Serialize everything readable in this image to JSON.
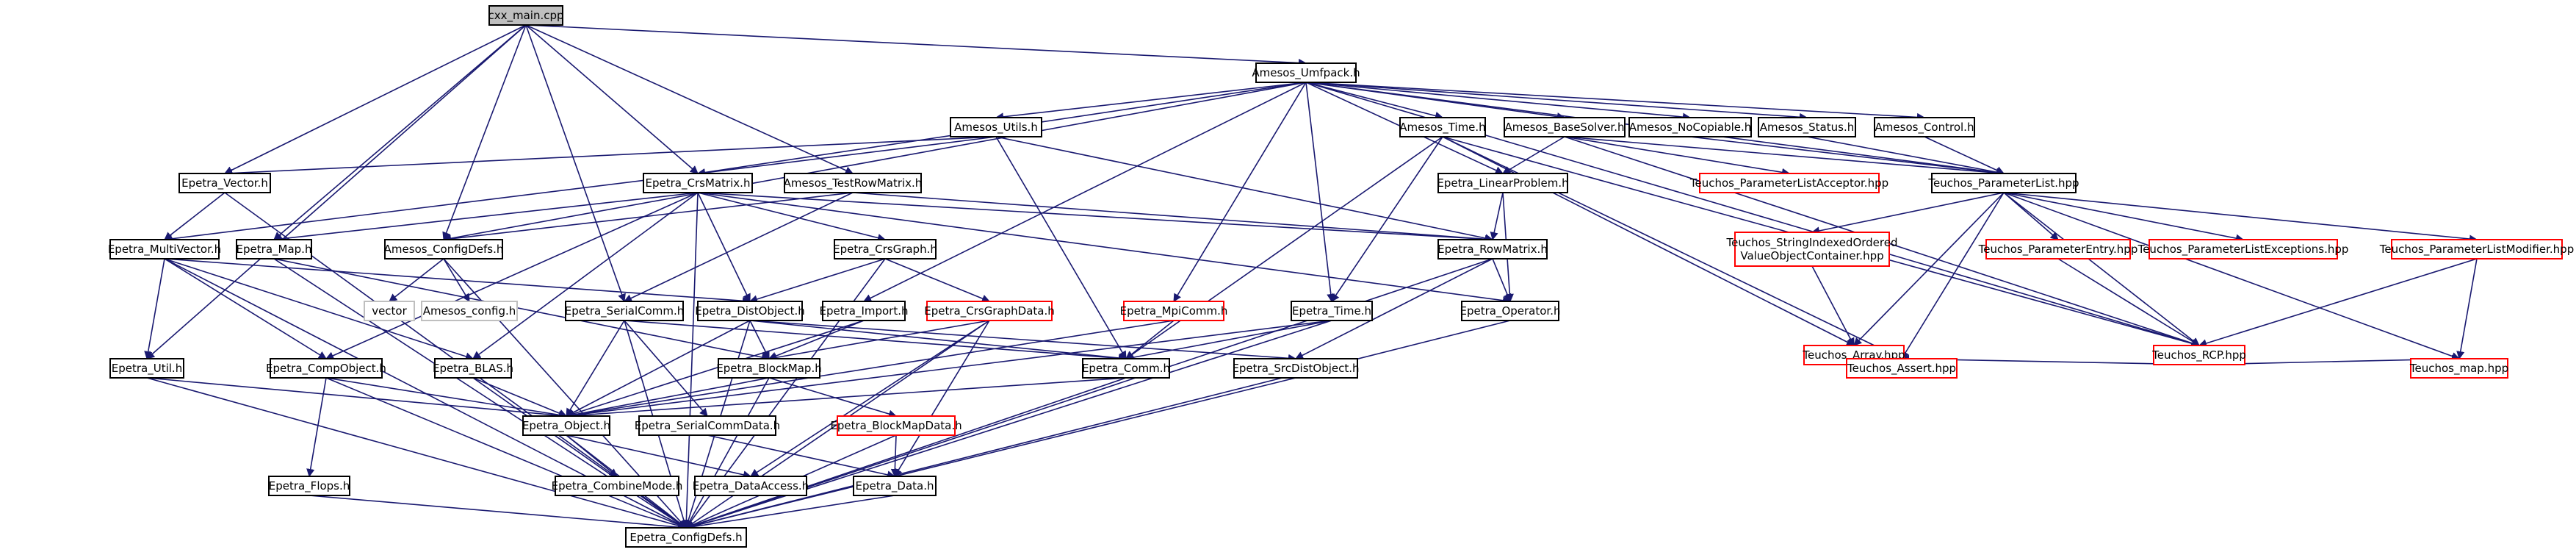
{
  "title": "cxx_main.cpp",
  "nodes": [
    {
      "id": "cxx_main",
      "label": "cxx_main.cpp",
      "kind": "root"
    },
    {
      "id": "amesos_umfpack",
      "label": "Amesos_Umfpack.h",
      "kind": "normal"
    },
    {
      "id": "amesos_utils",
      "label": "Amesos_Utils.h",
      "kind": "normal"
    },
    {
      "id": "amesos_time",
      "label": "Amesos_Time.h",
      "kind": "normal"
    },
    {
      "id": "amesos_basesolver",
      "label": "Amesos_BaseSolver.h",
      "kind": "normal"
    },
    {
      "id": "amesos_nocopiable",
      "label": "Amesos_NoCopiable.h",
      "kind": "normal"
    },
    {
      "id": "amesos_status",
      "label": "Amesos_Status.h",
      "kind": "normal"
    },
    {
      "id": "amesos_control",
      "label": "Amesos_Control.h",
      "kind": "normal"
    },
    {
      "id": "epetra_vector",
      "label": "Epetra_Vector.h",
      "kind": "normal"
    },
    {
      "id": "epetra_crsmatrix",
      "label": "Epetra_CrsMatrix.h",
      "kind": "normal"
    },
    {
      "id": "amesos_testrowmatrix",
      "label": "Amesos_TestRowMatrix.h",
      "kind": "normal"
    },
    {
      "id": "epetra_linearproblem",
      "label": "Epetra_LinearProblem.h",
      "kind": "normal"
    },
    {
      "id": "teuchos_parameterlistacceptor",
      "label": "Teuchos_ParameterListAcceptor.hpp",
      "kind": "missing"
    },
    {
      "id": "teuchos_parameterlist",
      "label": "Teuchos_ParameterList.hpp",
      "kind": "normal"
    },
    {
      "id": "epetra_multivector",
      "label": "Epetra_MultiVector.h",
      "kind": "normal"
    },
    {
      "id": "epetra_map",
      "label": "Epetra_Map.h",
      "kind": "normal"
    },
    {
      "id": "amesos_configdefs",
      "label": "Amesos_ConfigDefs.h",
      "kind": "normal"
    },
    {
      "id": "epetra_crsgraph",
      "label": "Epetra_CrsGraph.h",
      "kind": "normal"
    },
    {
      "id": "epetra_rowmatrix",
      "label": "Epetra_RowMatrix.h",
      "kind": "normal"
    },
    {
      "id": "teuchos_stringindexed",
      "label": "Teuchos_StringIndexedOrdered ValueObjectContainer.hpp",
      "label_lines": [
        "Teuchos_StringIndexedOrdered",
        "ValueObjectContainer.hpp"
      ],
      "kind": "missing"
    },
    {
      "id": "teuchos_parameterentry",
      "label": "Teuchos_ParameterEntry.hpp",
      "kind": "missing"
    },
    {
      "id": "teuchos_parameterlistexceptions",
      "label": "Teuchos_ParameterListExceptions.hpp",
      "kind": "missing"
    },
    {
      "id": "teuchos_parameterlistmodifier",
      "label": "Teuchos_ParameterListModifier.hpp",
      "kind": "missing"
    },
    {
      "id": "vector",
      "label": "vector",
      "kind": "external"
    },
    {
      "id": "amesos_config",
      "label": "Amesos_config.h",
      "kind": "external"
    },
    {
      "id": "epetra_serialcomm",
      "label": "Epetra_SerialComm.h",
      "kind": "normal"
    },
    {
      "id": "epetra_distobject",
      "label": "Epetra_DistObject.h",
      "kind": "normal"
    },
    {
      "id": "epetra_import",
      "label": "Epetra_Import.h",
      "kind": "normal"
    },
    {
      "id": "epetra_crsgraphdata",
      "label": "Epetra_CrsGraphData.h",
      "kind": "missing"
    },
    {
      "id": "epetra_mpicomm",
      "label": "Epetra_MpiComm.h",
      "kind": "missing"
    },
    {
      "id": "epetra_time",
      "label": "Epetra_Time.h",
      "kind": "normal"
    },
    {
      "id": "epetra_operator",
      "label": "Epetra_Operator.h",
      "kind": "normal"
    },
    {
      "id": "teuchos_array",
      "label": "Teuchos_Array.hpp",
      "kind": "missing"
    },
    {
      "id": "teuchos_rcp",
      "label": "Teuchos_RCP.hpp",
      "kind": "missing"
    },
    {
      "id": "epetra_util",
      "label": "Epetra_Util.h",
      "kind": "normal"
    },
    {
      "id": "epetra_compobject",
      "label": "Epetra_CompObject.h",
      "kind": "normal"
    },
    {
      "id": "epetra_blas",
      "label": "Epetra_BLAS.h",
      "kind": "normal"
    },
    {
      "id": "epetra_blockmap",
      "label": "Epetra_BlockMap.h",
      "kind": "normal"
    },
    {
      "id": "epetra_comm",
      "label": "Epetra_Comm.h",
      "kind": "normal"
    },
    {
      "id": "epetra_srcdistobject",
      "label": "Epetra_SrcDistObject.h",
      "kind": "normal"
    },
    {
      "id": "teuchos_assert",
      "label": "Teuchos_Assert.hpp",
      "kind": "missing"
    },
    {
      "id": "teuchos_map",
      "label": "Teuchos_map.hpp",
      "kind": "missing"
    },
    {
      "id": "epetra_object",
      "label": "Epetra_Object.h",
      "kind": "normal"
    },
    {
      "id": "epetra_serialcommdata",
      "label": "Epetra_SerialCommData.h",
      "kind": "normal"
    },
    {
      "id": "epetra_blockmapdata",
      "label": "Epetra_BlockMapData.h",
      "kind": "missing"
    },
    {
      "id": "epetra_flops",
      "label": "Epetra_Flops.h",
      "kind": "normal"
    },
    {
      "id": "epetra_combinemode",
      "label": "Epetra_CombineMode.h",
      "kind": "normal"
    },
    {
      "id": "epetra_dataaccess",
      "label": "Epetra_DataAccess.h",
      "kind": "normal"
    },
    {
      "id": "epetra_data",
      "label": "Epetra_Data.h",
      "kind": "normal"
    },
    {
      "id": "epetra_configdefs",
      "label": "Epetra_ConfigDefs.h",
      "kind": "normal"
    }
  ],
  "edges": [
    [
      "cxx_main",
      "amesos_umfpack"
    ],
    [
      "cxx_main",
      "epetra_vector"
    ],
    [
      "cxx_main",
      "epetra_crsmatrix"
    ],
    [
      "cxx_main",
      "amesos_testrowmatrix"
    ],
    [
      "cxx_main",
      "epetra_map"
    ],
    [
      "cxx_main",
      "amesos_configdefs"
    ],
    [
      "cxx_main",
      "epetra_serialcomm"
    ],
    [
      "cxx_main",
      "epetra_util"
    ],
    [
      "amesos_umfpack",
      "amesos_utils"
    ],
    [
      "amesos_umfpack",
      "amesos_time"
    ],
    [
      "amesos_umfpack",
      "amesos_basesolver"
    ],
    [
      "amesos_umfpack",
      "amesos_nocopiable"
    ],
    [
      "amesos_umfpack",
      "amesos_status"
    ],
    [
      "amesos_umfpack",
      "amesos_control"
    ],
    [
      "amesos_umfpack",
      "teuchos_parameterlist"
    ],
    [
      "amesos_umfpack",
      "epetra_crsmatrix"
    ],
    [
      "amesos_umfpack",
      "amesos_configdefs"
    ],
    [
      "amesos_umfpack",
      "epetra_linearproblem"
    ],
    [
      "amesos_umfpack",
      "epetra_import"
    ],
    [
      "amesos_umfpack",
      "epetra_mpicomm"
    ],
    [
      "amesos_umfpack",
      "epetra_time"
    ],
    [
      "amesos_umfpack",
      "teuchos_rcp"
    ],
    [
      "amesos_utils",
      "epetra_vector"
    ],
    [
      "amesos_utils",
      "epetra_multivector"
    ],
    [
      "amesos_utils",
      "epetra_rowmatrix"
    ],
    [
      "amesos_utils",
      "epetra_comm"
    ],
    [
      "amesos_time",
      "epetra_time"
    ],
    [
      "amesos_time",
      "epetra_comm"
    ],
    [
      "amesos_time",
      "teuchos_rcp"
    ],
    [
      "amesos_time",
      "teuchos_array"
    ],
    [
      "amesos_time",
      "teuchos_assert"
    ],
    [
      "amesos_basesolver",
      "epetra_linearproblem"
    ],
    [
      "amesos_basesolver",
      "teuchos_parameterlist"
    ],
    [
      "amesos_basesolver",
      "teuchos_parameterlistacceptor"
    ],
    [
      "amesos_basesolver",
      "teuchos_rcp"
    ],
    [
      "amesos_nocopiable",
      "teuchos_parameterlist"
    ],
    [
      "amesos_status",
      "teuchos_parameterlist"
    ],
    [
      "amesos_control",
      "teuchos_parameterlist"
    ],
    [
      "epetra_vector",
      "epetra_multivector"
    ],
    [
      "epetra_vector",
      "epetra_configdefs"
    ],
    [
      "epetra_crsmatrix",
      "epetra_map"
    ],
    [
      "epetra_crsmatrix",
      "epetra_crsgraph"
    ],
    [
      "epetra_crsmatrix",
      "epetra_rowmatrix"
    ],
    [
      "epetra_crsmatrix",
      "epetra_distobject"
    ],
    [
      "epetra_crsmatrix",
      "epetra_compobject"
    ],
    [
      "epetra_crsmatrix",
      "epetra_blas"
    ],
    [
      "epetra_crsmatrix",
      "epetra_operator"
    ],
    [
      "epetra_crsmatrix",
      "epetra_configdefs"
    ],
    [
      "amesos_testrowmatrix",
      "epetra_rowmatrix"
    ],
    [
      "amesos_testrowmatrix",
      "amesos_configdefs"
    ],
    [
      "amesos_testrowmatrix",
      "epetra_serialcomm"
    ],
    [
      "epetra_linearproblem",
      "epetra_rowmatrix"
    ],
    [
      "epetra_linearproblem",
      "epetra_operator"
    ],
    [
      "teuchos_parameterlist",
      "teuchos_stringindexed"
    ],
    [
      "teuchos_parameterlist",
      "teuchos_parameterentry"
    ],
    [
      "teuchos_parameterlist",
      "teuchos_parameterlistexceptions"
    ],
    [
      "teuchos_parameterlist",
      "teuchos_parameterlistmodifier"
    ],
    [
      "teuchos_parameterlist",
      "teuchos_array"
    ],
    [
      "teuchos_parameterlist",
      "teuchos_rcp"
    ],
    [
      "teuchos_parameterlist",
      "teuchos_assert"
    ],
    [
      "teuchos_parameterlist",
      "teuchos_map"
    ],
    [
      "epetra_multivector",
      "epetra_util"
    ],
    [
      "epetra_multivector",
      "epetra_compobject"
    ],
    [
      "epetra_multivector",
      "epetra_blas"
    ],
    [
      "epetra_multivector",
      "epetra_distobject"
    ],
    [
      "epetra_multivector",
      "epetra_configdefs"
    ],
    [
      "epetra_map",
      "epetra_blockmap"
    ],
    [
      "epetra_map",
      "epetra_configdefs"
    ],
    [
      "amesos_configdefs",
      "vector"
    ],
    [
      "amesos_configdefs",
      "amesos_config"
    ],
    [
      "amesos_configdefs",
      "epetra_configdefs"
    ],
    [
      "epetra_crsgraph",
      "epetra_distobject"
    ],
    [
      "epetra_crsgraph",
      "epetra_crsgraphdata"
    ],
    [
      "epetra_crsgraph",
      "epetra_configdefs"
    ],
    [
      "epetra_rowmatrix",
      "epetra_operator"
    ],
    [
      "epetra_rowmatrix",
      "epetra_srcdistobject"
    ],
    [
      "epetra_rowmatrix",
      "epetra_configdefs"
    ],
    [
      "teuchos_stringindexed",
      "teuchos_array"
    ],
    [
      "teuchos_parameterentry",
      "teuchos_rcp"
    ],
    [
      "teuchos_parameterlistmodifier",
      "teuchos_rcp"
    ],
    [
      "teuchos_parameterlistmodifier",
      "teuchos_map"
    ],
    [
      "epetra_serialcomm",
      "epetra_object"
    ],
    [
      "epetra_serialcomm",
      "epetra_serialcommdata"
    ],
    [
      "epetra_serialcomm",
      "epetra_comm"
    ],
    [
      "epetra_serialcomm",
      "epetra_configdefs"
    ],
    [
      "epetra_distobject",
      "epetra_object"
    ],
    [
      "epetra_distobject",
      "epetra_blockmap"
    ],
    [
      "epetra_distobject",
      "epetra_comm"
    ],
    [
      "epetra_distobject",
      "epetra_srcdistobject"
    ],
    [
      "epetra_distobject",
      "epetra_configdefs"
    ],
    [
      "epetra_import",
      "epetra_object"
    ],
    [
      "epetra_import",
      "epetra_blockmap"
    ],
    [
      "epetra_crsgraphdata",
      "epetra_blockmap"
    ],
    [
      "epetra_crsgraphdata",
      "epetra_data"
    ],
    [
      "epetra_crsgraphdata",
      "epetra_dataaccess"
    ],
    [
      "epetra_crsgraphdata",
      "epetra_configdefs"
    ],
    [
      "epetra_mpicomm",
      "epetra_object"
    ],
    [
      "epetra_mpicomm",
      "epetra_comm"
    ],
    [
      "epetra_time",
      "epetra_object"
    ],
    [
      "epetra_time",
      "epetra_comm"
    ],
    [
      "epetra_time",
      "epetra_configdefs"
    ],
    [
      "epetra_operator",
      "epetra_configdefs"
    ],
    [
      "teuchos_array",
      "teuchos_assert"
    ],
    [
      "teuchos_rcp",
      "teuchos_assert"
    ],
    [
      "teuchos_rcp",
      "teuchos_map"
    ],
    [
      "epetra_util",
      "epetra_object"
    ],
    [
      "epetra_util",
      "epetra_configdefs"
    ],
    [
      "epetra_compobject",
      "epetra_flops"
    ],
    [
      "epetra_compobject",
      "epetra_object"
    ],
    [
      "epetra_compobject",
      "epetra_configdefs"
    ],
    [
      "epetra_blas",
      "epetra_object"
    ],
    [
      "epetra_blas",
      "epetra_configdefs"
    ],
    [
      "epetra_blockmap",
      "epetra_object"
    ],
    [
      "epetra_blockmap",
      "epetra_blockmapdata"
    ],
    [
      "epetra_blockmap",
      "epetra_configdefs"
    ],
    [
      "epetra_comm",
      "epetra_object"
    ],
    [
      "epetra_comm",
      "epetra_configdefs"
    ],
    [
      "epetra_srcdistobject",
      "epetra_configdefs"
    ],
    [
      "epetra_object",
      "epetra_combinemode"
    ],
    [
      "epetra_object",
      "epetra_dataaccess"
    ],
    [
      "epetra_object",
      "epetra_configdefs"
    ],
    [
      "epetra_blockmapdata",
      "epetra_data"
    ],
    [
      "epetra_blockmapdata",
      "epetra_configdefs"
    ],
    [
      "epetra_flops",
      "epetra_configdefs"
    ],
    [
      "epetra_data",
      "epetra_configdefs"
    ],
    [
      "epetra_serialcommdata",
      "epetra_data"
    ]
  ],
  "colors": {
    "edge": "#191970",
    "border": "#000000",
    "missing_border": "#ff0000",
    "external_border": "#bfbfbf",
    "root_fill": "#bfbfbf"
  }
}
